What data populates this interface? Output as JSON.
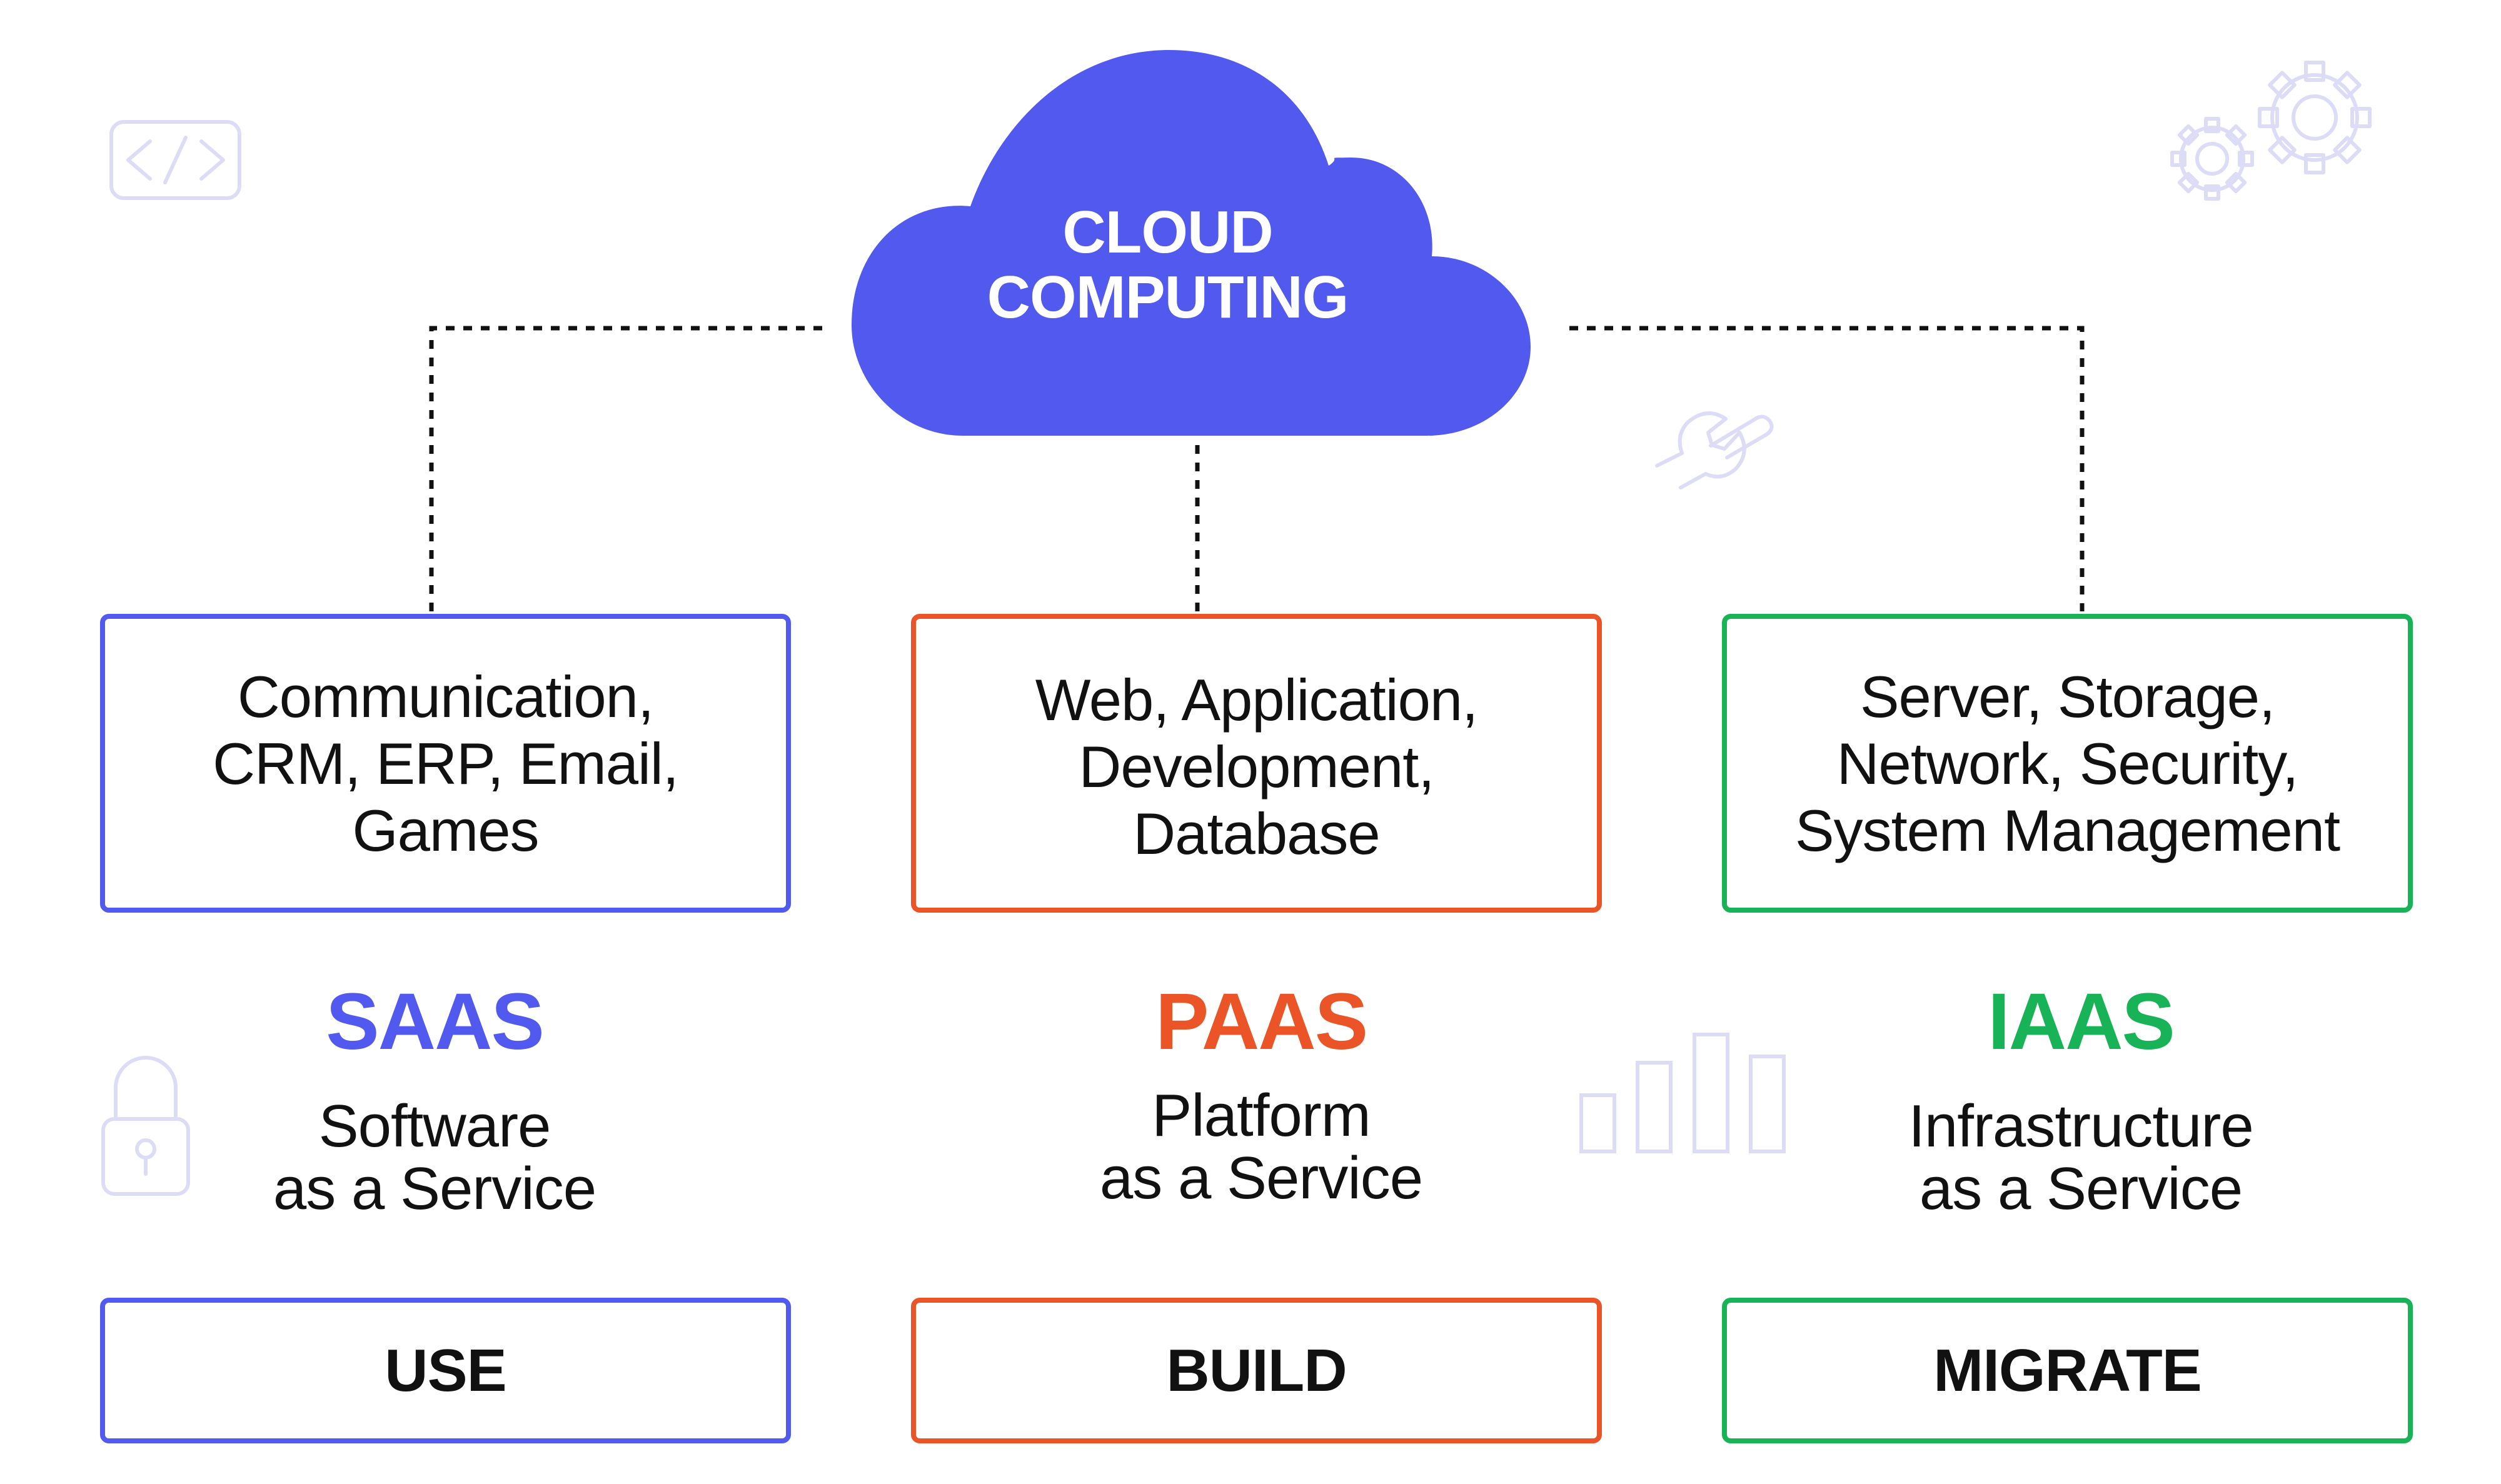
{
  "cloud": {
    "title_line1": "CLOUD",
    "title_line2": "COMPUTING",
    "color": "#5259ee"
  },
  "columns": [
    {
      "abbr": "SAAS",
      "full_line1": "Software",
      "full_line2": "as a Service",
      "desc_lines": [
        "Communication,",
        "CRM, ERP, Email,",
        "Games"
      ],
      "action": "USE",
      "color": "#5259ee"
    },
    {
      "abbr": "PAAS",
      "full_line1": "Platform",
      "full_line2": "as a Service",
      "desc_lines": [
        "Web, Application,",
        "Development,",
        "Database"
      ],
      "action": "BUILD",
      "color": "#ea5426"
    },
    {
      "abbr": "IAAS",
      "full_line1": "Infrastructure",
      "full_line2": "as a Service",
      "desc_lines": [
        "Server, Storage,",
        "Network, Security,",
        "System Management"
      ],
      "action": "MIGRATE",
      "color": "#18b257"
    }
  ],
  "decorations": [
    "code-icon",
    "gears-icon",
    "wrench-icon",
    "padlock-icon",
    "bar-chart-icon"
  ]
}
